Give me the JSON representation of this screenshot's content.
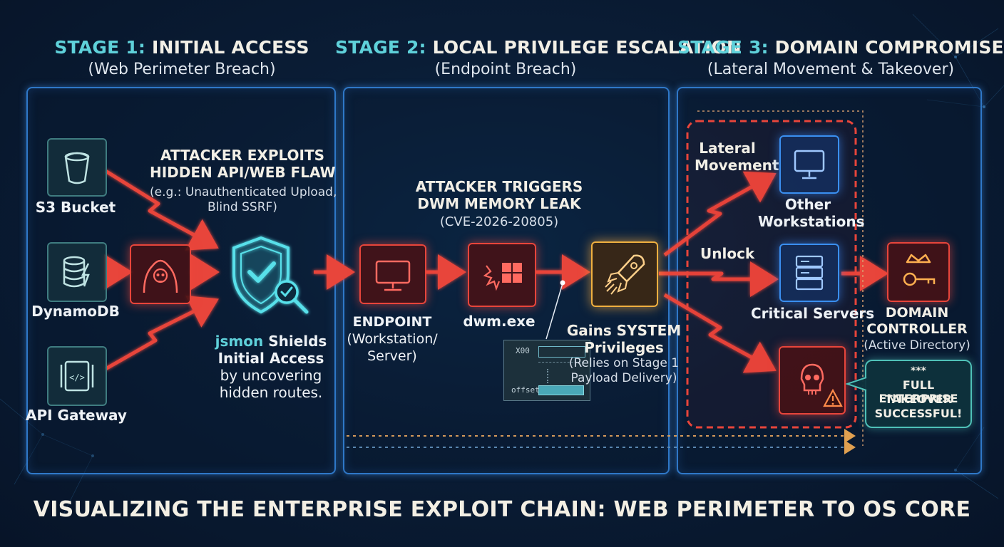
{
  "stages": [
    {
      "num": "STAGE 1:",
      "title": "INITIAL ACCESS",
      "subtitle": "(Web Perimeter Breach)"
    },
    {
      "num": "STAGE 2:",
      "title": "LOCAL PRIVILEGE ESCALATION",
      "subtitle": "(Endpoint Breach)"
    },
    {
      "num": "STAGE 3:",
      "title": "DOMAIN COMPROMISE",
      "subtitle": "(Lateral Movement & Takeover)"
    }
  ],
  "stage1": {
    "sources": [
      "S3 Bucket",
      "DynamoDB",
      "API Gateway"
    ],
    "attacker_note": {
      "line1": "ATTACKER EXPLOITS",
      "line2": "HIDDEN API/WEB FLAW",
      "sub1": "(e.g.: Unauthenticated Upload,",
      "sub2": "Blind SSRF)"
    },
    "shield": {
      "brand": "jsmon",
      "line1_rest": " Shields",
      "line2": "Initial Access",
      "line3": "by uncovering",
      "line4": "hidden routes."
    }
  },
  "stage2": {
    "endpoint": {
      "line1": "ENDPOINT",
      "line2": "(Workstation/",
      "line3": "Server)"
    },
    "dwm": "dwm.exe",
    "trigger_note": {
      "line1": "ATTACKER TRIGGERS",
      "line2": "DWM MEMORY LEAK",
      "sub": "(CVE-2026-20805)"
    },
    "memory": {
      "addr": "X00",
      "offset": "offset"
    },
    "system": {
      "line1": "Gains SYSTEM",
      "line2": "Privileges",
      "sub1": "(Relies on Stage 1",
      "sub2": "Payload Delivery)"
    }
  },
  "stage3": {
    "lateral": {
      "line1": "Lateral",
      "line2": "Movement"
    },
    "unlock": "Unlock",
    "workstations": {
      "line1": "Other",
      "line2": "Workstations"
    },
    "servers": "Critical Servers",
    "dc": {
      "line1": "DOMAIN",
      "line2": "CONTROLLER",
      "sub": "(Active Directory)"
    },
    "callout": {
      "stars": "***",
      "line1": "FULL ENTERPRISE",
      "line2": "TAKEOVER",
      "line3": "SUCCESSFUL!"
    }
  },
  "footer_title": "VISUALIZING THE ENTERPRISE EXPLOIT CHAIN: WEB PERIMETER TO OS CORE",
  "colors": {
    "accent_teal": "#5fd1da",
    "attack_red": "#e8453b",
    "panel_blue": "#2f78c8",
    "system_orange": "#f0b040"
  }
}
